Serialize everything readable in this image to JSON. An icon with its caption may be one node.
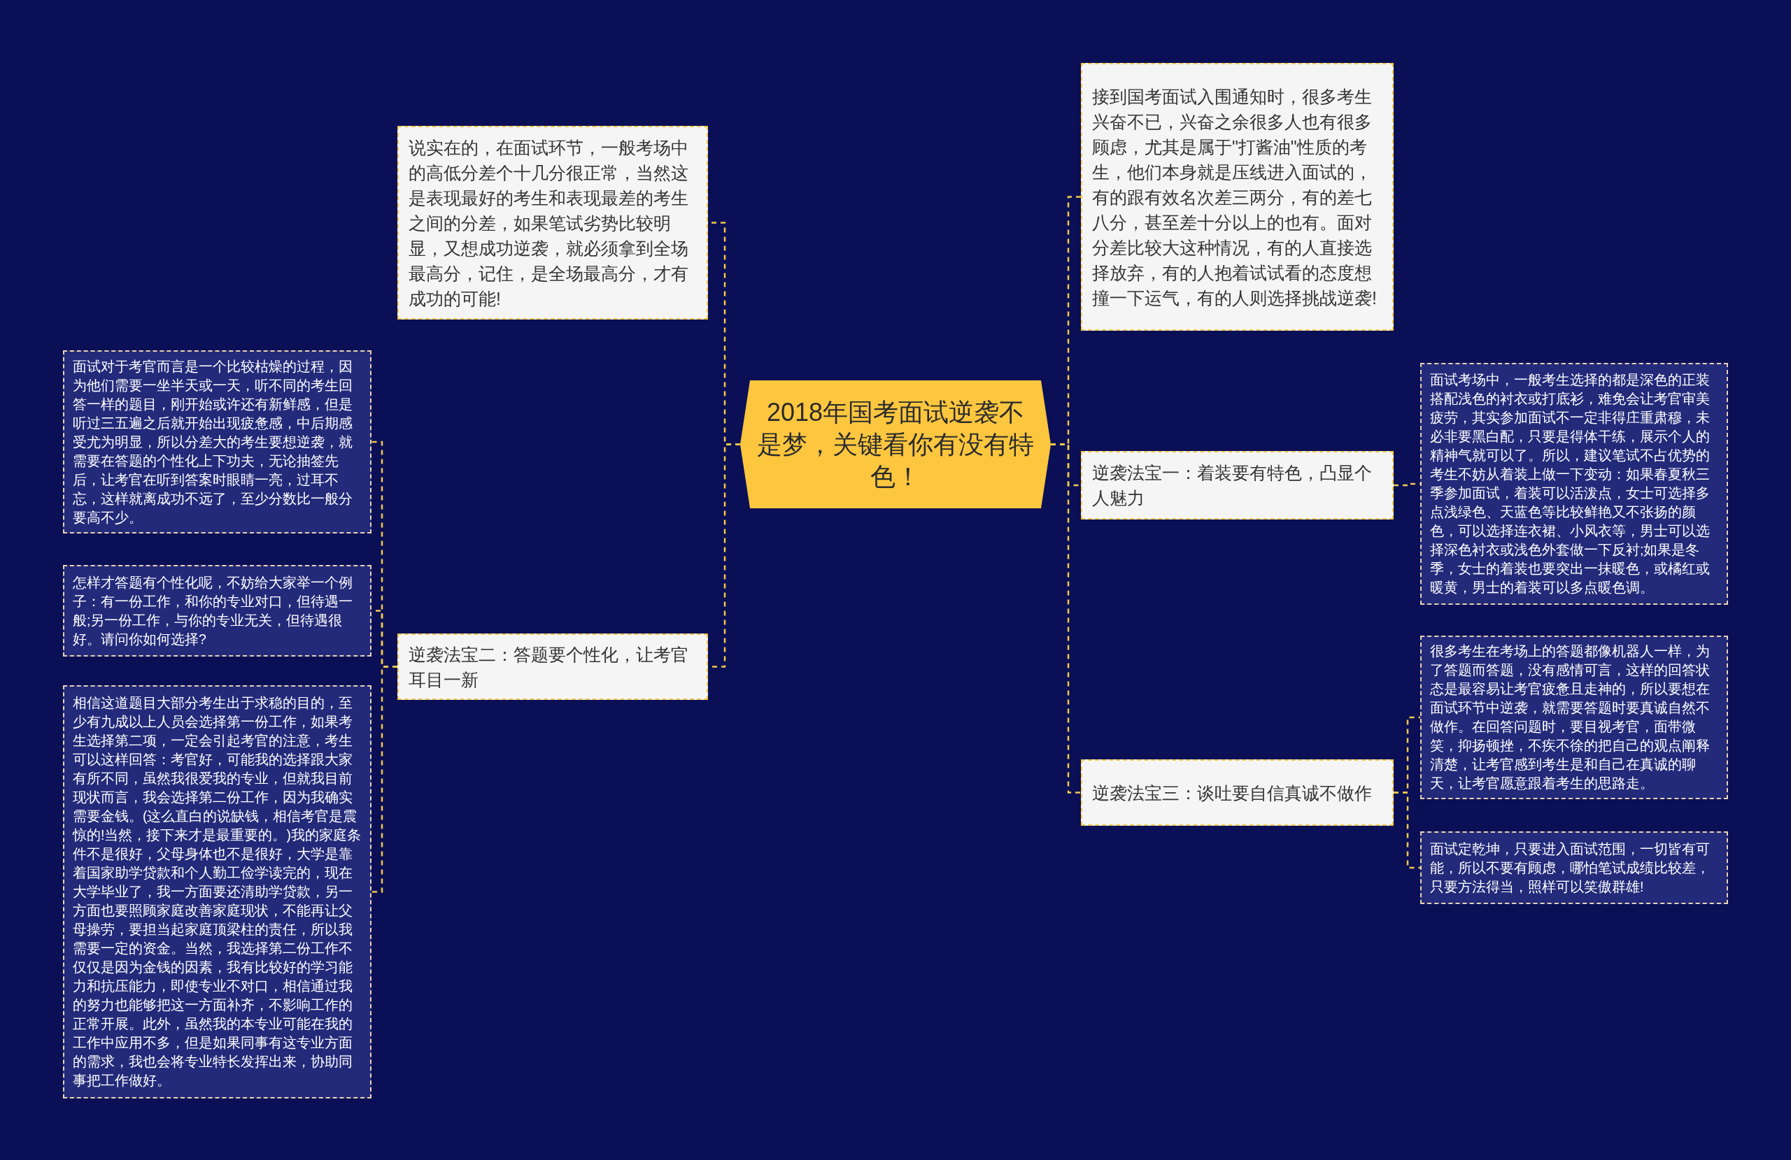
{
  "diagram": {
    "nodes": [
      {
        "text": [
          "2018年国考面试逆袭不是梦，关键看你有没有特色！"
        ]
      },
      {
        "text": [
          "说实在的，在面试环节，一般考场中的高低分差个十几分很正常，当然这是表现最好的考生和表现最差的考生之间的分差，如果笔试劣势比较明显，又想成功逆袭，就必须拿到全场最高分，记住，是全场最高分，才有成功的可能!"
        ]
      },
      {
        "text": [
          "逆袭法宝二：答题要个性化，让考官耳目一新"
        ]
      },
      {
        "text": [
          "面试对于考官而言是一个比较枯燥的过程，因为他们需要一坐半天或一天，听不同的考生回答一样的题目，刚开始或许还有新鲜感，但是听过三五遍之后就开始出现疲惫感，中后期感受尤为明显，所以分差大的考生要想逆袭，就需要在答题的个性化上下功夫，无论抽签先后，让考官在听到答案时眼睛一亮，过耳不忘，这样就离成功不远了，至少分数比一般分要高不少。"
        ]
      },
      {
        "text": [
          "怎样才答题有个性化呢，不妨给大家举一个例子：有一份工作，和你的专业对口，但待遇一般;另一份工作，与你的专业无关，但待遇很好。请问你如何选择?"
        ]
      },
      {
        "text": [
          "相信这道题目大部分考生出于求稳的目的，至少有九成以上人员会选择第一份工作，如果考生选择第二项，一定会引起考官的注意，考生可以这样回答：考官好，可能我的选择跟大家有所不同，虽然我很爱我的专业，但就我目前现状而言，我会选择第二份工作，因为我确实需要金钱。(这么直白的说缺钱，相信考官是震惊的!当然，接下来才是最重要的。)我的家庭条件不是很好，父母身体也不是很好，大学是靠着国家助学贷款和个人勤工俭学读完的，现在大学毕业了，我一方面要还清助学贷款，另一方面也要照顾家庭改善家庭现状，不能再让父母操劳，要担当起家庭顶梁柱的责任，所以我需要一定的资金。当然，我选择第二份工作不仅仅是因为金钱的因素，我有比较好的学习能力和抗压能力，即使专业不对口，相信通过我的努力也能够把这一方面补齐，不影响工作的正常开展。此外，虽然我的本专业可能在我的工作中应用不多，但是如果同事有这专业方面的需求，我也会将专业特长发挥出来，协助同事把工作做好。"
        ]
      },
      {
        "text": [
          "接到国考面试入围通知时，很多考生兴奋不已，兴奋之余很多人也有很多顾虑，尤其是属于\"打酱油\"性质的考生，他们本身就是压线进入面试的，有的跟有效名次差三两分，有的差七八分，甚至差十分以上的也有。面对分差比较大这种情况，有的人直接选择放弃，有的人抱着试试看的态度想撞一下运气，有的人则选择挑战逆袭!"
        ]
      },
      {
        "text": [
          "逆袭法宝一：着装要有特色，凸显个人魅力"
        ]
      },
      {
        "text": [
          "面试考场中，一般考生选择的都是深色的正装搭配浅色的衬衣或打底衫，难免会让考官审美疲劳，其实参加面试不一定非得庄重肃穆，未必非要黑白配，只要是得体干练，展示个人的精神气就可以了。所以，建议笔试不占优势的考生不妨从着装上做一下变动：如果春夏秋三季参加面试，着装可以活泼点，女士可选择多点浅绿色、天蓝色等比较鲜艳又不张扬的颜色，可以选择连衣裙、小风衣等，男士可以选择深色衬衣或浅色外套做一下反衬;如果是冬季，女士的着装也要突出一抹暖色，或橘红或暖黄，男士的着装可以多点暖色调。"
        ]
      },
      {
        "text": [
          "逆袭法宝三：谈吐要自信真诚不做作"
        ]
      },
      {
        "text": [
          "很多考生在考场上的答题都像机器人一样，为了答题而答题，没有感情可言，这样的回答状态是最容易让考官疲惫且走神的，所以要想在面试环节中逆袭，就需要答题时要真诚自然不做作。在回答问题时，要目视考官，面带微笑，抑扬顿挫，不疾不徐的把自己的观点阐释清楚，让考官感到考生是和自己在真诚的聊天，让考官愿意跟着考生的思路走。"
        ]
      },
      {
        "text": [
          "面试定乾坤，只要进入面试范围，一切皆有可能，所以不要有顾虑，哪怕笔试成绩比较差，只要方法得当，照样可以笑傲群雄!"
        ]
      }
    ],
    "edges": [
      {
        "from": 0,
        "to": 1,
        "arrow": "none",
        "style": "dashed"
      },
      {
        "from": 0,
        "to": 2,
        "arrow": "none",
        "style": "dashed"
      },
      {
        "from": 2,
        "to": 3,
        "arrow": "none",
        "style": "dashed"
      },
      {
        "from": 2,
        "to": 4,
        "arrow": "none",
        "style": "dashed"
      },
      {
        "from": 2,
        "to": 5,
        "arrow": "none",
        "style": "dashed"
      },
      {
        "from": 0,
        "to": 6,
        "arrow": "none",
        "style": "dashed"
      },
      {
        "from": 0,
        "to": 7,
        "arrow": "none",
        "style": "dashed"
      },
      {
        "from": 7,
        "to": 8,
        "arrow": "none",
        "style": "dashed"
      },
      {
        "from": 0,
        "to": 9,
        "arrow": "none",
        "style": "dashed"
      },
      {
        "from": 9,
        "to": 10,
        "arrow": "none",
        "style": "dashed"
      },
      {
        "from": 9,
        "to": 11,
        "arrow": "none",
        "style": "dashed"
      }
    ]
  }
}
